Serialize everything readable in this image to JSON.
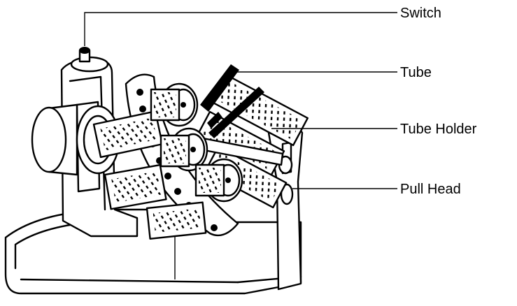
{
  "labels": {
    "switch": "Switch",
    "tube": "Tube",
    "tube_holder": "Tube Holder",
    "pull_head": "Pull Head"
  },
  "colors": {
    "line": "#000000",
    "background": "#ffffff"
  }
}
